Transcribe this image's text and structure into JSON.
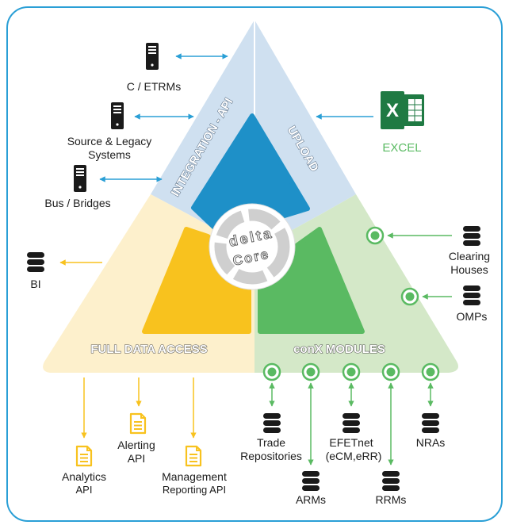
{
  "zones": {
    "integration": "INTEGRATION - API",
    "upload": "UPLOAD",
    "full_data_access": "FULL DATA ACCESS",
    "conx_modules": "conX MODULES"
  },
  "core": {
    "line1": "delta",
    "line2": "Core"
  },
  "sources": {
    "etrm": "C / ETRMs",
    "legacy_line1": "Source & Legacy",
    "legacy_line2": "Systems",
    "bus": "Bus / Bridges"
  },
  "excel": {
    "badge": "X",
    "label": "EXCEL"
  },
  "bi": "BI",
  "reports": {
    "alerting_line1": "Alerting",
    "alerting_line2": "API",
    "analytics_line1": "Analytics",
    "analytics_line2": "API",
    "management_line1": "Management",
    "management_line2": "Reporting API"
  },
  "external": {
    "clearing_line1": "Clearing",
    "clearing_line2": "Houses",
    "omps": "OMPs"
  },
  "modules": {
    "trade_line1": "Trade",
    "trade_line2": "Repositories",
    "arms": "ARMs",
    "efet_line1": "EFETnet",
    "efet_line2": "(eCM,eRR)",
    "rrms": "RRMs",
    "nras": "NRAs"
  },
  "colors": {
    "frame": "#2a9fd6",
    "blue_light": "#cfe0f0",
    "blue_dark": "#1e90c8",
    "yellow_light": "#fdf0cc",
    "yellow_dark": "#f8c21e",
    "green_light": "#d4e8c8",
    "green_dark": "#5aba62",
    "excel_green": "#1f7a43"
  },
  "icons": {
    "server": "server-icon",
    "database": "database-icon",
    "document": "document-icon",
    "excel": "excel-icon",
    "module_node": "module-node-icon"
  }
}
